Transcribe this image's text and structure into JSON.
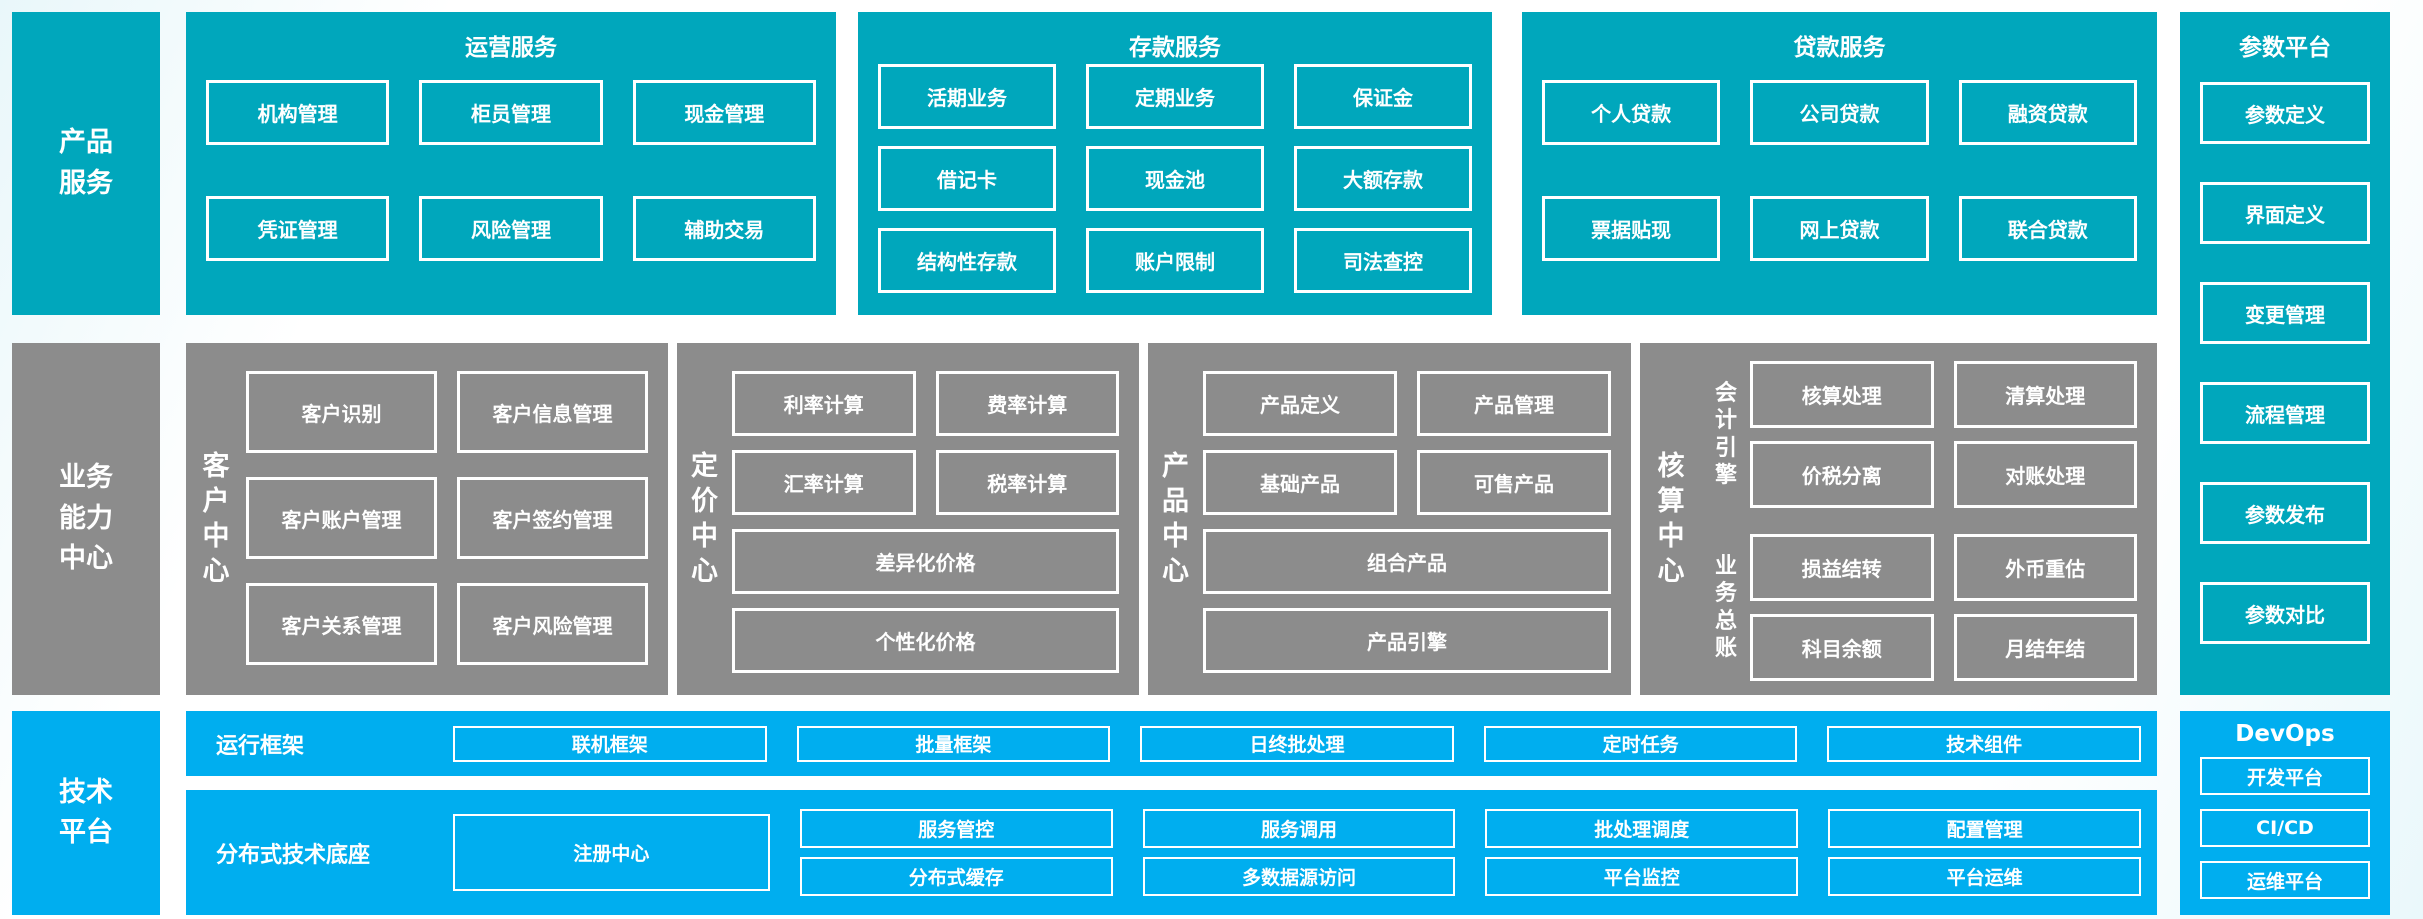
{
  "colors": {
    "teal": "#00a7bc",
    "gray": "#8c8c8c",
    "blue": "#00aeef",
    "text": "#ffffff"
  },
  "product_row": {
    "label": "产品\n服务",
    "operation": {
      "title": "运营服务",
      "rows": [
        [
          "机构管理",
          "柜员管理",
          "现金管理"
        ],
        [
          "凭证管理",
          "风险管理",
          "辅助交易"
        ]
      ]
    },
    "deposit": {
      "title": "存款服务",
      "rows": [
        [
          "活期业务",
          "定期业务",
          "保证金"
        ],
        [
          "借记卡",
          "现金池",
          "大额存款"
        ],
        [
          "结构性存款",
          "账户限制",
          "司法查控"
        ]
      ]
    },
    "loan": {
      "title": "贷款服务",
      "rows": [
        [
          "个人贷款",
          "公司贷款",
          "融资贷款"
        ],
        [
          "票据贴现",
          "网上贷款",
          "联合贷款"
        ]
      ]
    }
  },
  "param_platform": {
    "title": "参数平台",
    "items": [
      "参数定义",
      "界面定义",
      "变更管理",
      "流程管理",
      "参数发布",
      "参数对比"
    ]
  },
  "business_row": {
    "label": "业务\n能力\n中心",
    "customer": {
      "label": "客\n户\n中\n心",
      "rows": [
        [
          "客户识别",
          "客户信息管理"
        ],
        [
          "客户账户管理",
          "客户签约管理"
        ],
        [
          "客户关系管理",
          "客户风险管理"
        ]
      ]
    },
    "pricing": {
      "label": "定\n价\n中\n心",
      "rows": [
        [
          "利率计算",
          "费率计算"
        ],
        [
          "汇率计算",
          "税率计算"
        ]
      ],
      "wide": [
        "差异化价格",
        "个性化价格"
      ]
    },
    "product_center": {
      "label": "产\n品\n中\n心",
      "rows": [
        [
          "产品定义",
          "产品管理"
        ],
        [
          "基础产品",
          "可售产品"
        ]
      ],
      "wide": [
        "组合产品",
        "产品引擎"
      ]
    },
    "accounting": {
      "label": "核\n算\n中\n心",
      "groups": [
        {
          "label": "会\n计\n引\n擎",
          "rows": [
            [
              "核算处理",
              "清算处理"
            ],
            [
              "价税分离",
              "对账处理"
            ]
          ]
        },
        {
          "label": "业\n务\n总\n账",
          "rows": [
            [
              "损益结转",
              "外币重估"
            ],
            [
              "科目余额",
              "月结年结"
            ]
          ]
        }
      ]
    }
  },
  "tech_row": {
    "label": "技术\n平台",
    "runtime": {
      "label": "运行框架",
      "items": [
        "联机框架",
        "批量框架",
        "日终批处理",
        "定时任务",
        "技术组件"
      ]
    },
    "distributed": {
      "label": "分布式技术底座",
      "registry": "注册中心",
      "columns": [
        [
          "服务管控",
          "分布式缓存"
        ],
        [
          "服务调用",
          "多数据源访问"
        ],
        [
          "批处理调度",
          "平台监控"
        ],
        [
          "配置管理",
          "平台运维"
        ]
      ]
    },
    "devops": {
      "title": "DevOps",
      "items": [
        "开发平台",
        "CI/CD",
        "运维平台"
      ]
    }
  }
}
